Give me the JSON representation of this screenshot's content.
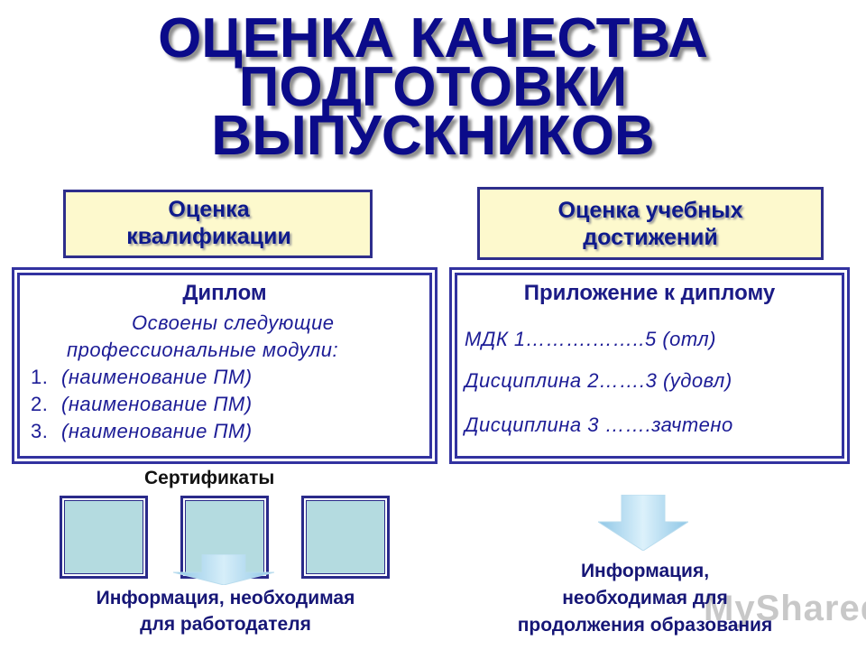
{
  "title": {
    "line1": "ОЦЕНКА КАЧЕСТВА",
    "line2": "ПОДГОТОВКИ",
    "line3": "ВЫПУСКНИКОВ"
  },
  "left": {
    "header": "Оценка квалификации",
    "panel_title": "Диплом",
    "intro_line1": "Освоены следующие",
    "intro_line2": "профессиональные модули:",
    "items": [
      {
        "num": "1.",
        "text": "(наименование ПМ)"
      },
      {
        "num": "2.",
        "text": "(наименование ПМ)"
      },
      {
        "num": "3.",
        "text": "(наименование ПМ)"
      }
    ],
    "certificates_label": "Сертификаты",
    "info_line1": "Информация, необходимая",
    "info_line2": "для работодателя"
  },
  "right": {
    "header": "Оценка учебных достижений",
    "panel_title": "Приложение к диплому",
    "rows": [
      "МДК 1……….……..5 (отл)",
      "Дисциплина 2…….3 (удовл)",
      "Дисциплина 3 …….зачтено"
    ],
    "info_line1": "Информация,",
    "info_line2": "необходимая для",
    "info_line3": "продолжения образования"
  },
  "watermark": "MyShared",
  "colors": {
    "title": "#0b0b8a",
    "header_bg": "#fdf9cd",
    "border": "#2e2e8c",
    "certificate_fill": "#b4dbe0",
    "arrow_fill": "#a6d4ec"
  }
}
